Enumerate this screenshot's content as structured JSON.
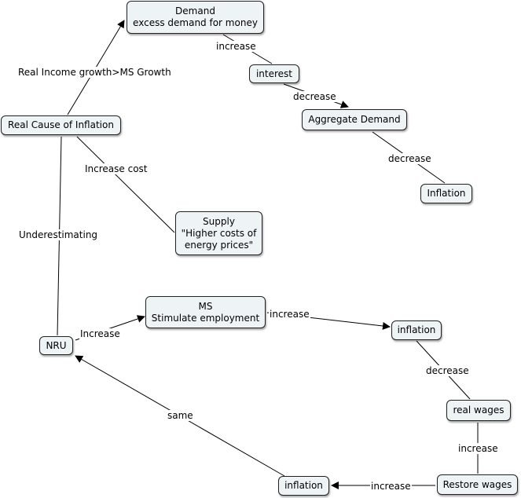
{
  "nodes": {
    "demand": "Demand\nexcess demand for money",
    "interest": "interest",
    "aggregate_demand": "Aggregate Demand",
    "inflation_top": "Inflation",
    "real_cause": "Real Cause of Inflation",
    "supply": "Supply\n\"Higher costs of\nenergy prices\"",
    "ms": "MS\nStimulate employment",
    "nru": "NRU",
    "inflation_mid": "inflation",
    "real_wages": "real wages",
    "restore_wages": "Restore wages",
    "inflation_bottom": "inflation"
  },
  "links": {
    "real_income": "Real Income growth>MS Growth",
    "increase_1": "increase",
    "decrease_1": "decrease",
    "decrease_2": "decrease",
    "increase_cost": "Increase cost",
    "underestimating": "Underestimating",
    "increase_nru_ms": "Increase",
    "increase_ms_inflation": "increase",
    "decrease_inflation_wages": "decrease",
    "increase_wages_restore": "increase",
    "increase_restore_inflation": "increase",
    "same": "same"
  }
}
